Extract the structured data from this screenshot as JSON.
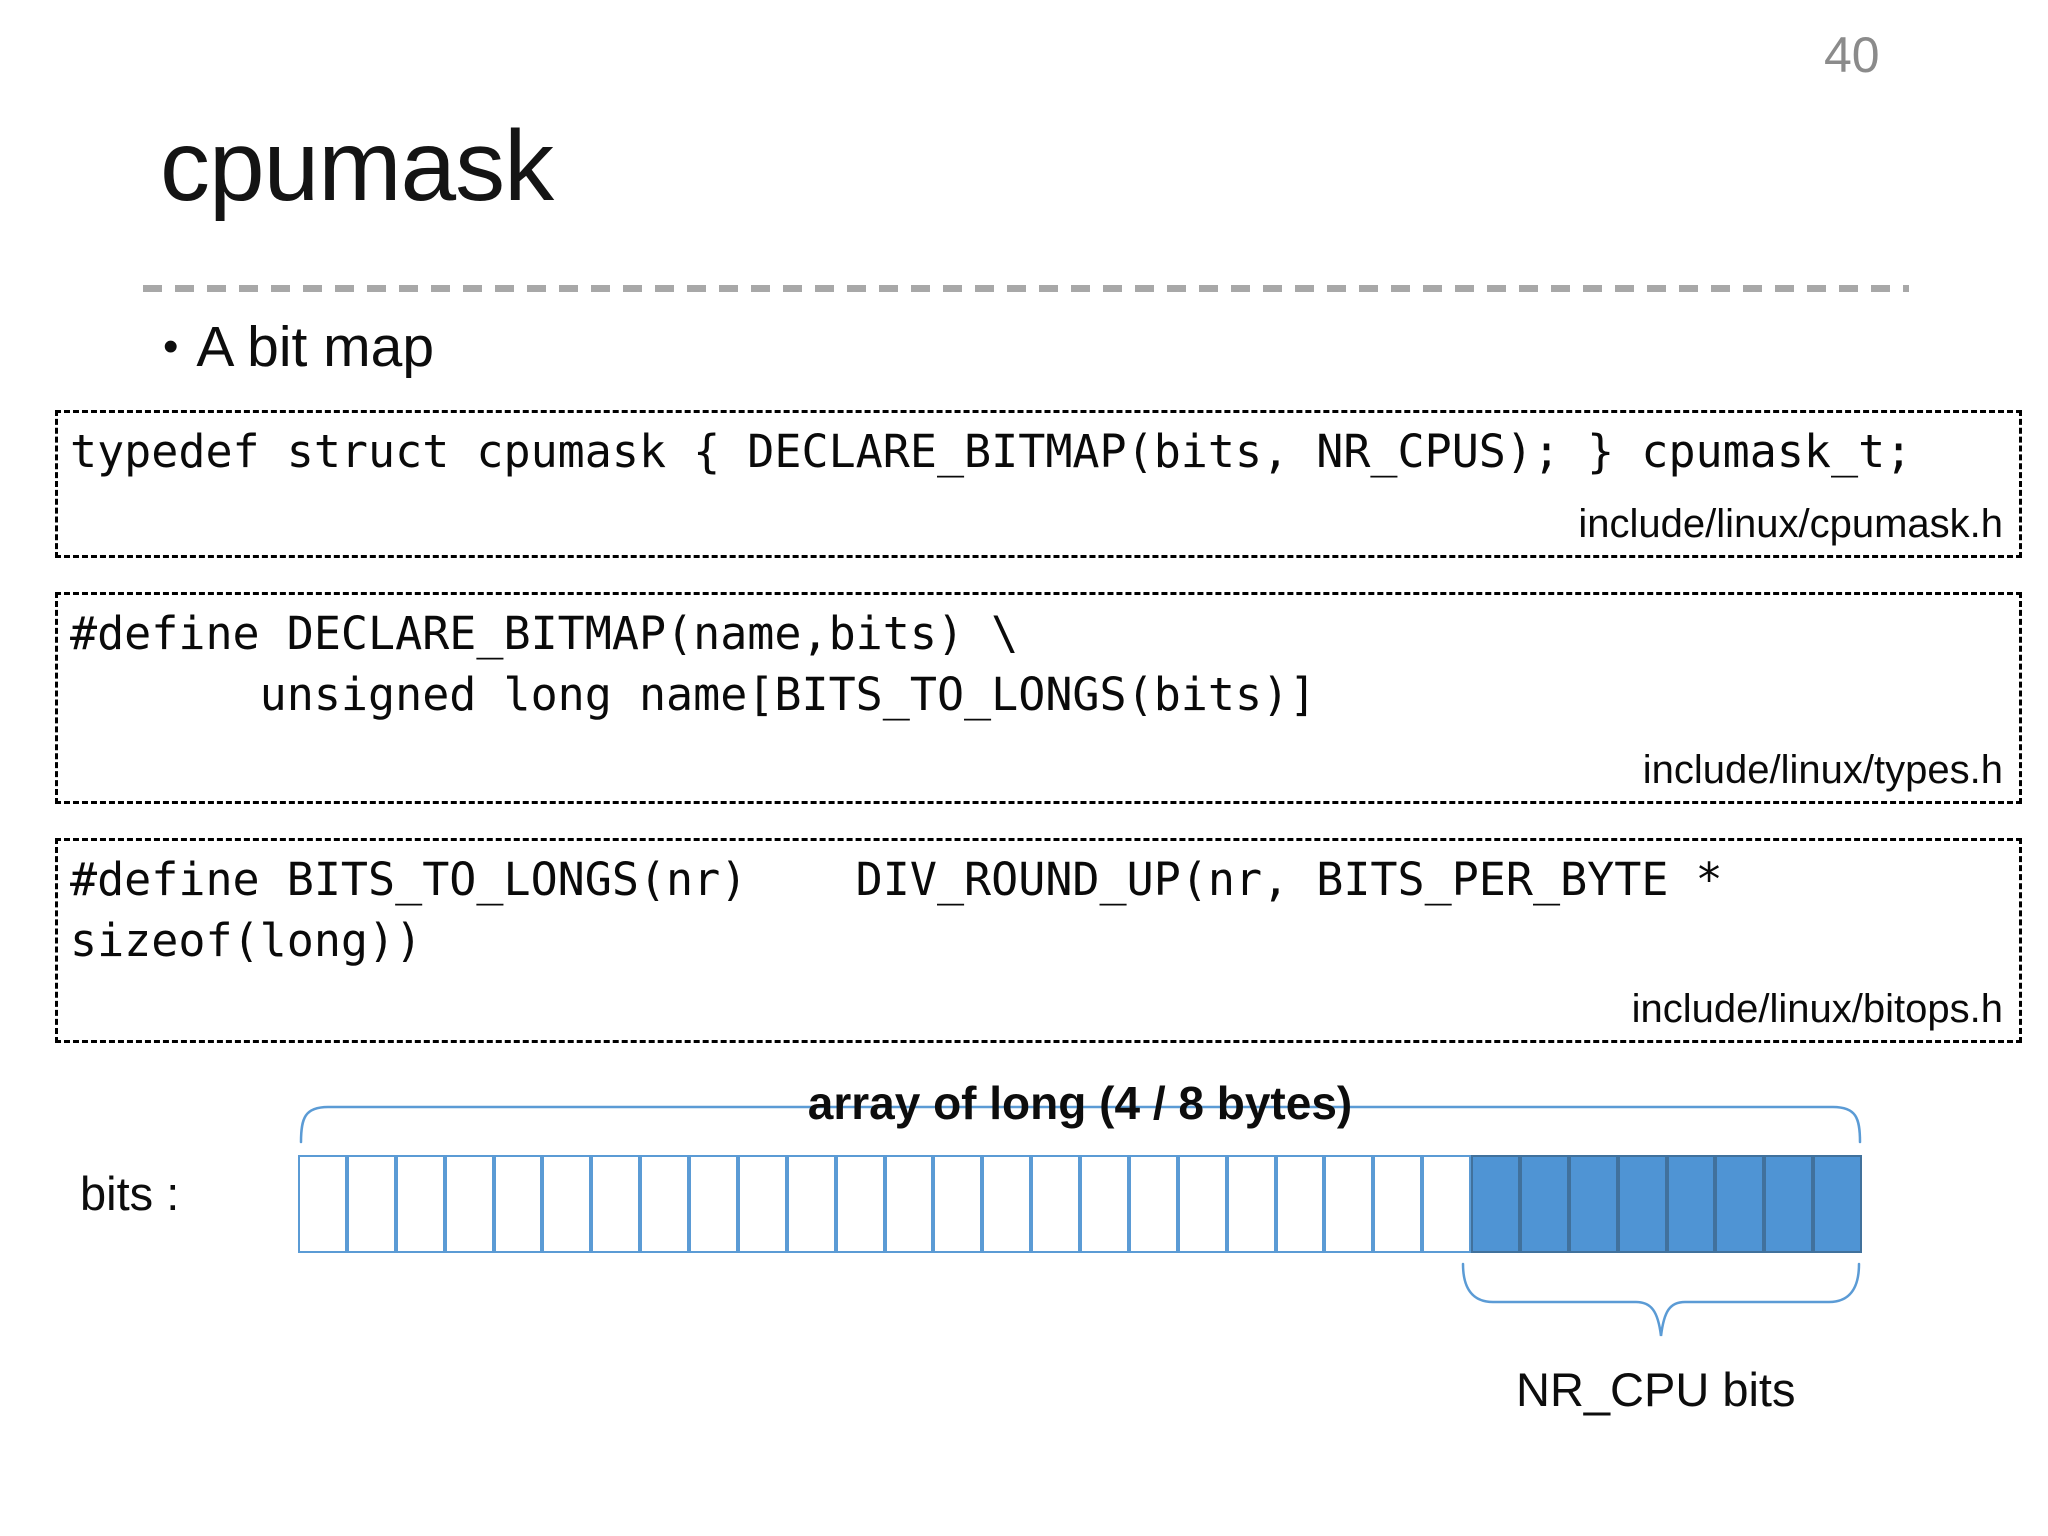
{
  "page_number": "40",
  "slide": {
    "title": "cpumask",
    "bullet": "A bit map",
    "bullet_glyph": "•"
  },
  "code_boxes": [
    {
      "lines": [
        "typedef struct cpumask { DECLARE_BITMAP(bits, NR_CPUS); } cpumask_t;"
      ],
      "source": "include/linux/cpumask.h"
    },
    {
      "lines": [
        "#define DECLARE_BITMAP(name,bits) \\",
        "       unsigned long name[BITS_TO_LONGS(bits)]"
      ],
      "source": "include/linux/types.h"
    },
    {
      "lines": [
        "#define BITS_TO_LONGS(nr)    DIV_ROUND_UP(nr, BITS_PER_BYTE *",
        "sizeof(long))"
      ],
      "source": "include/linux/bitops.h"
    }
  ],
  "diagram": {
    "array_label": "array of long (4 / 8 bytes)",
    "bits_label": "bits :",
    "nr_cpu_label": "NR_CPU bits",
    "total_cells": 32,
    "plain_cells": 24,
    "set_cells": 8,
    "colors": {
      "cell_border": "#5B9BD5",
      "set_fill": "#4F94D4",
      "set_border": "#41719C",
      "brace": "#5B9BD5"
    }
  }
}
